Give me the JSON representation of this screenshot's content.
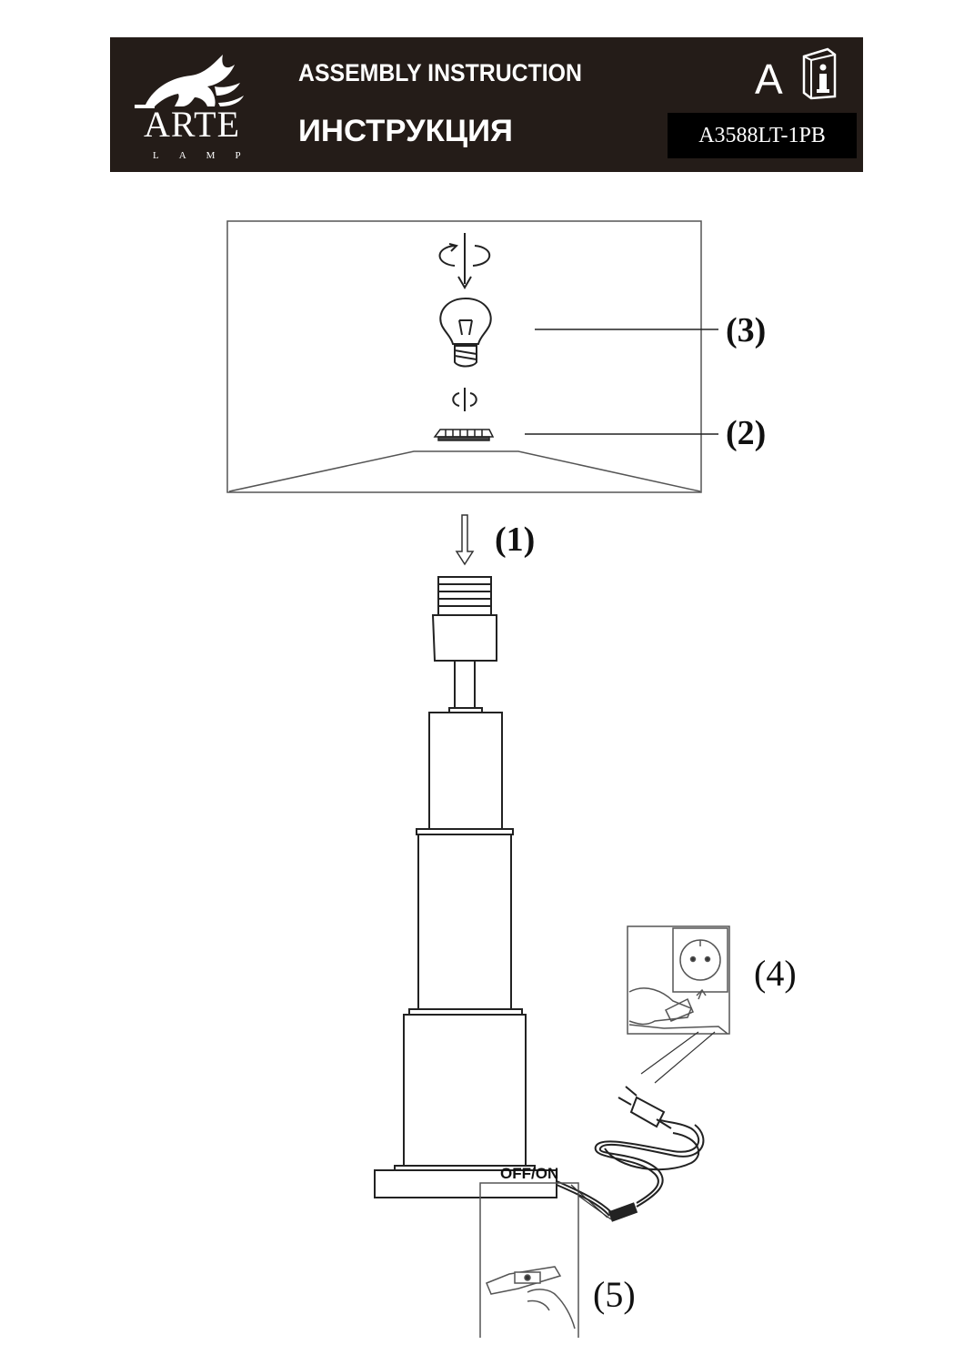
{
  "header": {
    "brand": "ARTE",
    "brand_sub": "LAMP",
    "title_en": "ASSEMBLY  INSTRUCTION",
    "title_ru": "ИНСТРУКЦИЯ",
    "lang_letter": "A",
    "model": "A3588LT-1PB",
    "background": "#241c18"
  },
  "steps": [
    {
      "label": "(1)"
    },
    {
      "label": "(2)"
    },
    {
      "label": "(3)"
    },
    {
      "label": "(4)"
    },
    {
      "label": "(5)"
    }
  ],
  "switch_label": "OFF/ON",
  "icons": [
    "griffin-logo-icon",
    "info-booklet-icon",
    "rotate-arrow-icon",
    "bulb-icon",
    "plug-icon",
    "socket-icon",
    "switch-icon",
    "down-arrow-icon"
  ]
}
